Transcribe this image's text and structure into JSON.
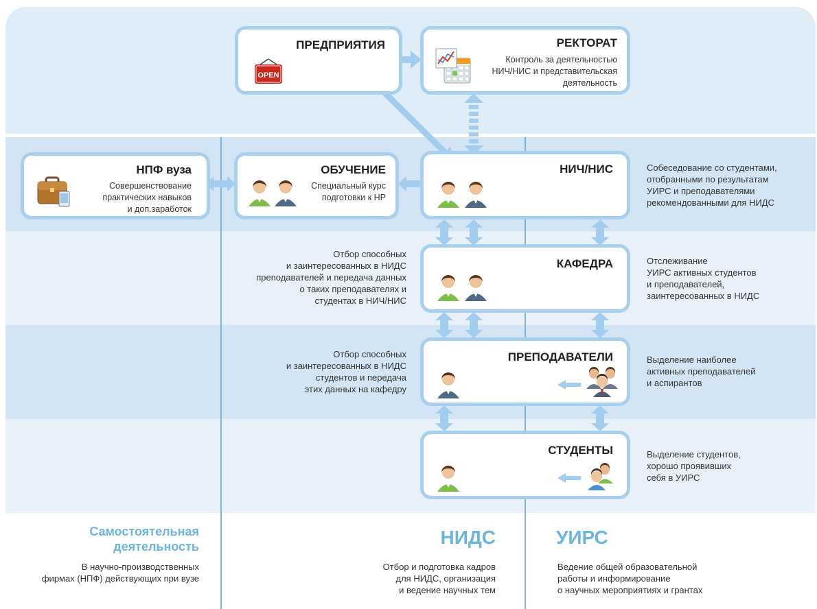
{
  "boxes": {
    "enterprises": {
      "title": "ПРЕДПРИЯТИЯ",
      "sign": "OPEN"
    },
    "rectorate": {
      "title": "РЕКТОРАТ",
      "desc": [
        "Контроль за деятельностью",
        "НИЧ/НИС и представительская",
        "деятельность"
      ]
    },
    "npf": {
      "title": "НПФ вуза",
      "desc": [
        "Совершенствование",
        "практических навыков",
        "и доп.заработок"
      ]
    },
    "training": {
      "title": "ОБУЧЕНИЕ",
      "desc": [
        "Специальный курс",
        "подготовки к НР"
      ]
    },
    "nich": {
      "title": "НИЧ/НИС"
    },
    "department": {
      "title": "КАФЕДРА"
    },
    "teachers": {
      "title": "ПРЕПОДАВАТЕЛИ"
    },
    "students": {
      "title": "СТУДЕНТЫ"
    }
  },
  "right_notes": {
    "nich": [
      "Собеседование со студентами,",
      "отобранными по результатам",
      "УИРС и преподавателями",
      "рекомендованными для НИДС"
    ],
    "department": [
      "Отслеживание",
      "УИРС активных студентов",
      "и преподавателей,",
      "заинтересованных в НИДС"
    ],
    "teachers": [
      "Выделение наиболее",
      "активных преподавателей",
      "и аспирантов"
    ],
    "students": [
      "Выделение студентов,",
      "хорошо проявивших",
      "себя в УИРС"
    ]
  },
  "left_notes": {
    "department": [
      "Отбор способных",
      "и заинтересованных в НИДС",
      "преподавателей и передача данных",
      "о таких преподавателях и",
      "студентах в НИЧ/НИС"
    ],
    "teachers": [
      "Отбор способных",
      "и заинтересованных в НИДС",
      "студентов и передача",
      "этих данных на кафедру"
    ]
  },
  "bottom": {
    "independent": {
      "title": [
        "Самостоятельная",
        "деятельность"
      ],
      "desc": [
        "В научно-производственных",
        "фирмах (НПФ) действующих при вузе"
      ]
    },
    "nids": {
      "title": "НИДС",
      "desc": [
        "Отбор и подготовка кадров",
        "для НИДС, организация",
        "и ведение научных тем"
      ]
    },
    "uirs": {
      "title": "УИРС",
      "desc": [
        "Ведение общей образовательной",
        "работы и информирование",
        "о научных мероприятиях и грантах"
      ]
    }
  },
  "colors": {
    "band_dark": "#d6e7f5",
    "band_light": "#e9f2fa",
    "box_border": "#a9cfee",
    "arrow": "#a3cdee",
    "accent_text": "#6bb6df"
  },
  "icons": [
    "person-green-icon",
    "person-blue-icon",
    "briefcase-icon",
    "open-sign-icon",
    "calendar-chart-icon",
    "group-icon",
    "pair-icon"
  ]
}
